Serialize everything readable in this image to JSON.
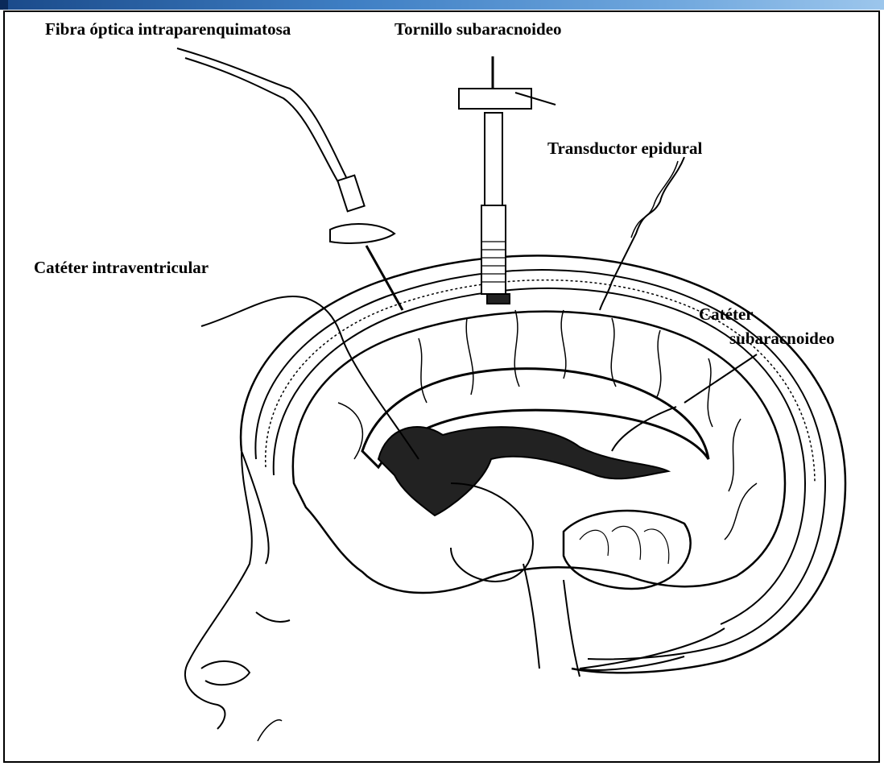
{
  "labels": {
    "fiber_optic": "Fibra óptica intraparenquimatosa",
    "subarachnoid_screw": "Tornillo subaracnoideo",
    "epidural_transducer": "Transductor epidural",
    "intraventricular_catheter": "Catéter intraventricular",
    "subarachnoid_catheter_line1": "Catéter",
    "subarachnoid_catheter_line2": "subaracnoideo"
  },
  "colors": {
    "header_bar_start": "#1a4a8a",
    "header_bar_end": "#9cc6ec",
    "ink": "#000000",
    "background": "#ffffff"
  }
}
